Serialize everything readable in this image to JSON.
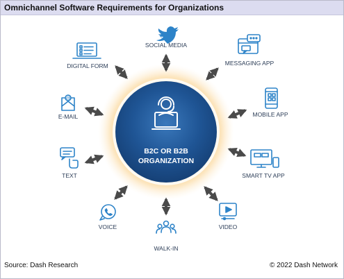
{
  "title": "Omnichannel Software Requirements for Organizations",
  "center": {
    "line1": "B2C OR B2B",
    "line2": "ORGANIZATION",
    "icon": "headset-agent-icon"
  },
  "channels": [
    {
      "label": "SOCIAL MEDIA",
      "icon": "bird-icon"
    },
    {
      "label": "MESSAGING APP",
      "icon": "chat-window-icon"
    },
    {
      "label": "MOBILE APP",
      "icon": "smartphone-icon"
    },
    {
      "label": "SMART TV APP",
      "icon": "tv-icon"
    },
    {
      "label": "VIDEO",
      "icon": "video-play-icon"
    },
    {
      "label": "WALK-IN",
      "icon": "people-icon"
    },
    {
      "label": "VOICE",
      "icon": "phone-bubble-icon"
    },
    {
      "label": "TEXT",
      "icon": "touch-message-icon"
    },
    {
      "label": "E-MAIL",
      "icon": "email-icon"
    },
    {
      "label": "DIGITAL FORM",
      "icon": "laptop-form-icon"
    }
  ],
  "footer": {
    "source": "Source: Dash Research",
    "copyright": "© 2022 Dash Network"
  },
  "colors": {
    "title_bar": "#dcdcf0",
    "center_dark": "#17427a",
    "center_light": "#2f6db0",
    "glow": "#f5a623",
    "arrow": "#4a4a4a",
    "icon_blue": "#2d83c8",
    "label": "#2c3d57"
  }
}
